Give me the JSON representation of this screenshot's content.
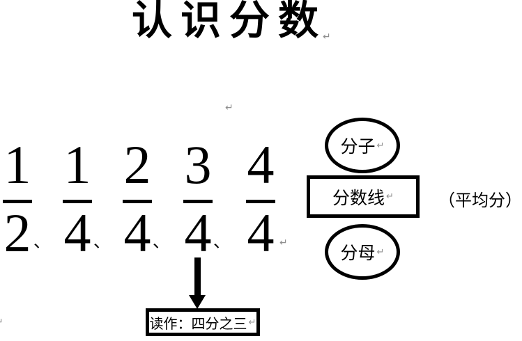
{
  "colors": {
    "background": "#ffffff",
    "ink": "#000000",
    "paragraph_mark": "#8f8f8f"
  },
  "title": {
    "text": "认识分数"
  },
  "fractions": {
    "separator": "、",
    "items": [
      {
        "numerator": "1",
        "denominator": "2"
      },
      {
        "numerator": "1",
        "denominator": "4"
      },
      {
        "numerator": "2",
        "denominator": "4"
      },
      {
        "numerator": "3",
        "denominator": "4"
      },
      {
        "numerator": "4",
        "denominator": "4"
      }
    ]
  },
  "diagram": {
    "numerator_label": "分子",
    "fraction_line_label": "分数线",
    "denominator_label": "分母",
    "side_note": "（平均分）",
    "reading_box_text": "读作：四分之三"
  },
  "marks": {
    "paragraph_mark": "↵"
  }
}
